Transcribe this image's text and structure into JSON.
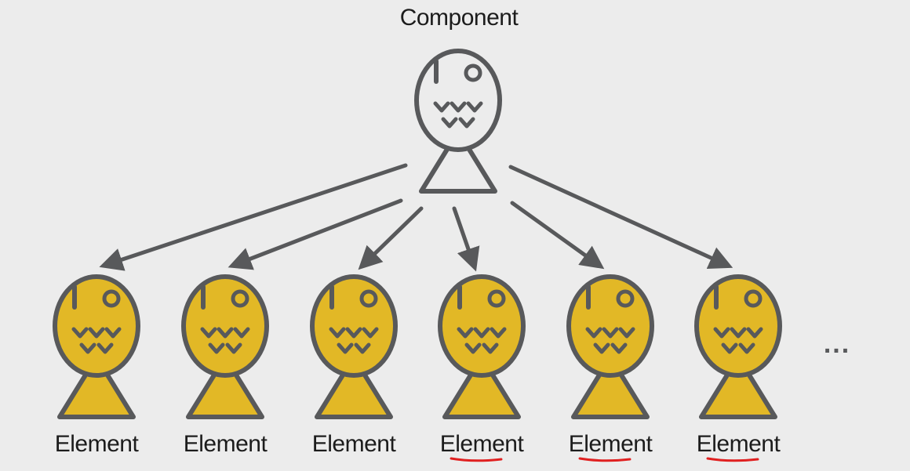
{
  "title": "Component",
  "children": [
    {
      "label": "Element",
      "underline": false
    },
    {
      "label": "Element",
      "underline": false
    },
    {
      "label": "Element",
      "underline": false
    },
    {
      "label": "Element",
      "underline": true
    },
    {
      "label": "Element",
      "underline": true
    },
    {
      "label": "Element",
      "underline": true
    }
  ],
  "ellipsis": "...",
  "colors": {
    "background": "#ececec",
    "stroke": "#58595b",
    "parent_fill": "#ececec",
    "child_fill": "#e2b826",
    "underline": "#e02020",
    "text": "#1c1c1c"
  },
  "icons": {
    "node": "taiyaki-fish-icon"
  }
}
